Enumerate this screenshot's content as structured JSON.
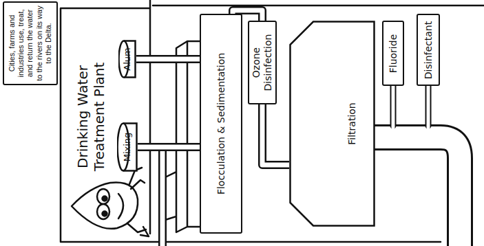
{
  "diagram": {
    "title": "Drinking Water Treatment Plant",
    "nodes": [
      {
        "text": [
          "Cities, farms and industries use, treat, and return the water to the rivers on its way to the Delta."
        ]
      },
      {
        "text": [
          "Alum"
        ]
      },
      {
        "text": [
          "Mixing"
        ]
      },
      {
        "text": [
          "Flocculation & Sedimentation"
        ]
      },
      {
        "text": [
          "Ozone Disinfection"
        ]
      },
      {
        "text": [
          "Filtration"
        ]
      },
      {
        "text": [
          "Fluoride"
        ]
      },
      {
        "text": [
          "Disinfectant"
        ]
      }
    ],
    "edges": [
      {
        "from": 1,
        "to": 3,
        "arrow": "none"
      },
      {
        "from": 2,
        "to": 3,
        "arrow": "none"
      },
      {
        "from": 3,
        "to": 4,
        "arrow": "none"
      },
      {
        "from": 4,
        "to": 5,
        "arrow": "none"
      }
    ]
  }
}
